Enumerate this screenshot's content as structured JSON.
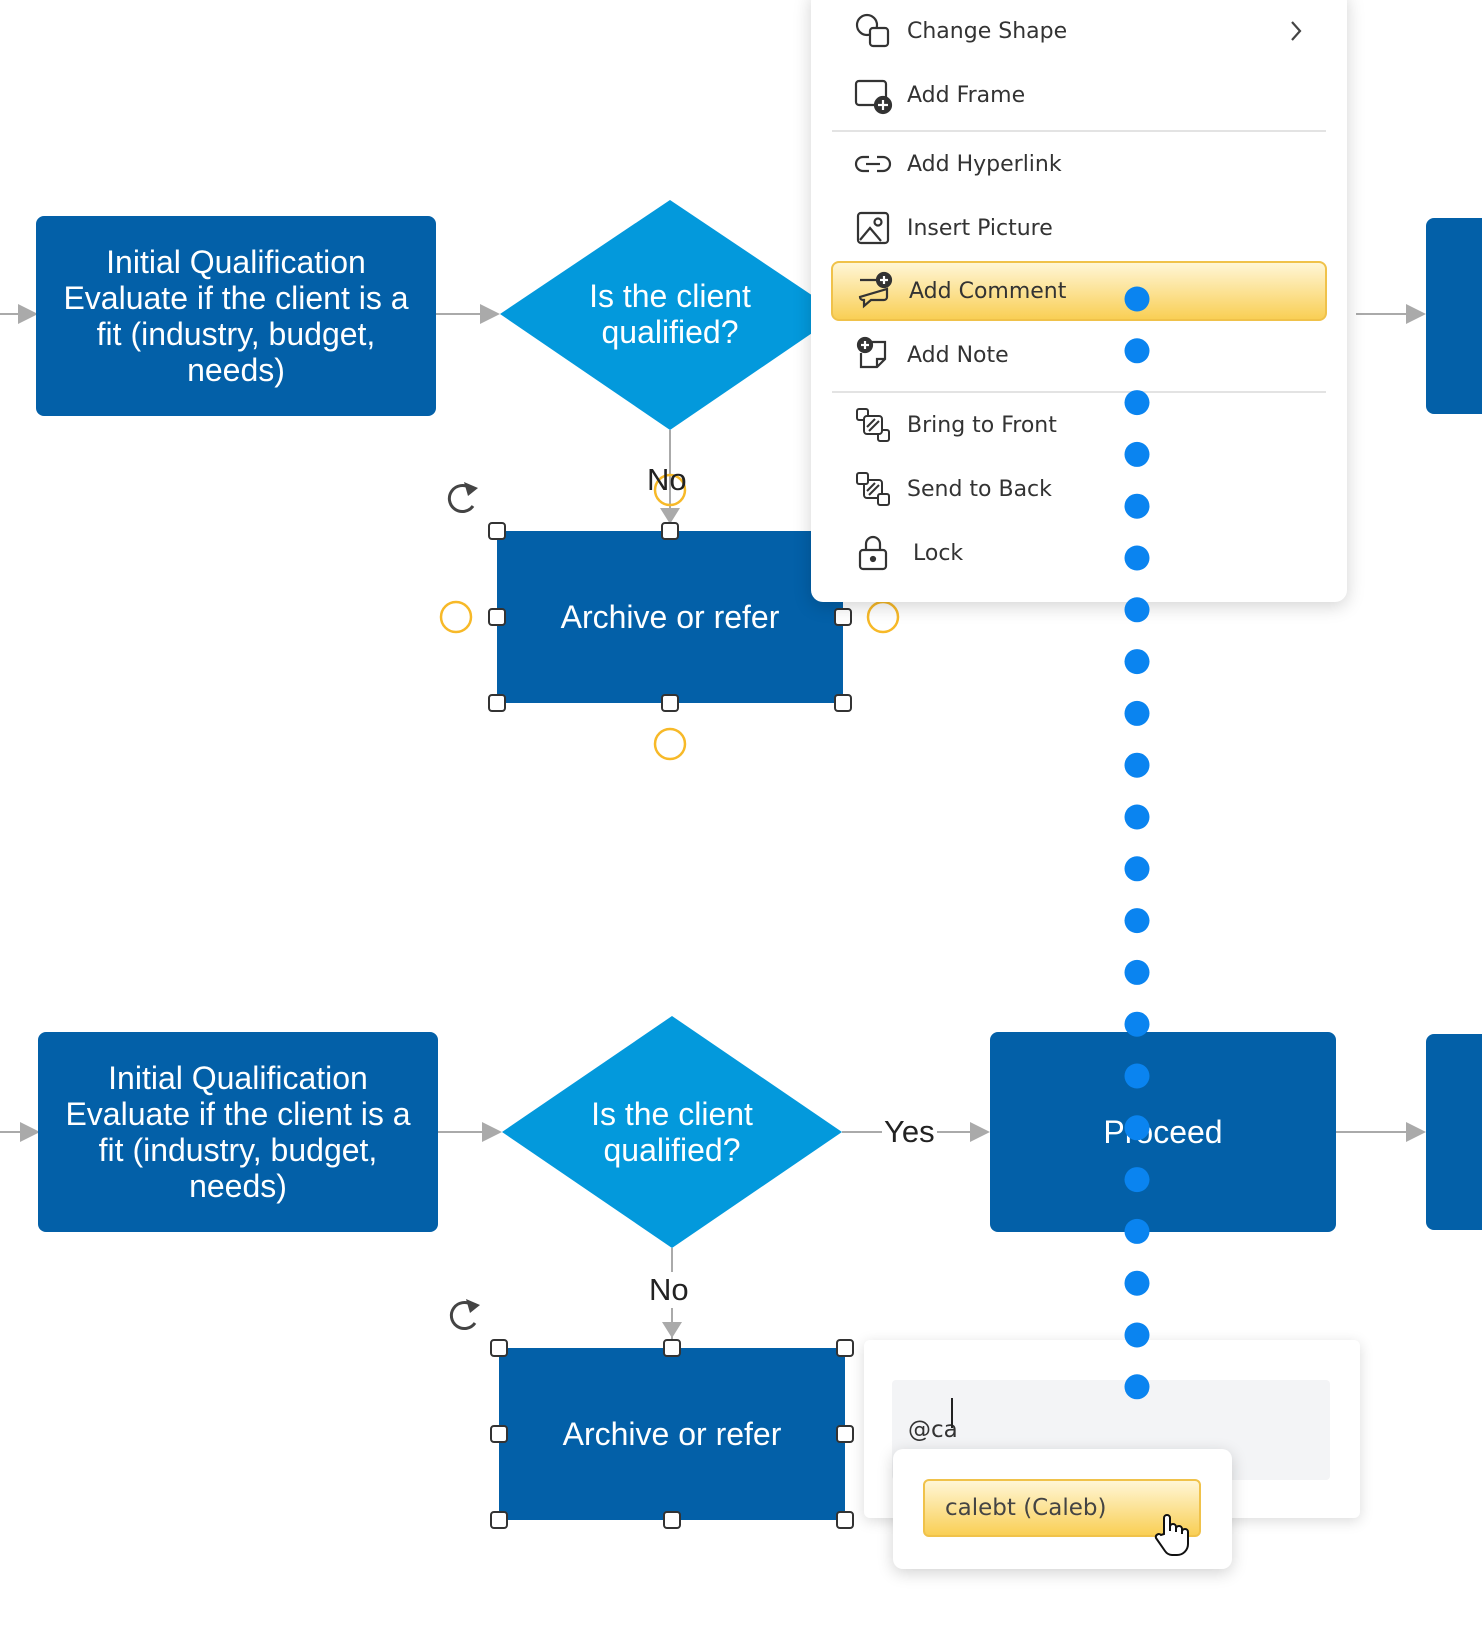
{
  "diagram": {
    "top_row": {
      "process_label": "Initial Qualification\nEvaluate if the client is a\nfit (industry, budget,\nneeds)",
      "decision_label": "Is the client\nqualified?",
      "no_label": "No",
      "archive_label": "Archive or refer"
    },
    "bottom_row": {
      "process_label": "Initial Qualification\nEvaluate if the client is a\nfit (industry, budget,\nneeds)",
      "decision_label": "Is the client\nqualified?",
      "yes_label": "Yes",
      "no_label": "No",
      "proceed_label": "Proceed",
      "archive_label": "Archive or refer"
    }
  },
  "context_menu": {
    "items": [
      {
        "label": "Change Shape",
        "icon": "change-shape-icon"
      },
      {
        "label": "Add Frame",
        "icon": "add-frame-icon"
      },
      {
        "label": "Add Hyperlink",
        "icon": "link-icon"
      },
      {
        "label": "Insert Picture",
        "icon": "picture-icon"
      },
      {
        "label": "Add Comment",
        "icon": "add-comment-icon",
        "highlighted": true
      },
      {
        "label": "Add Note",
        "icon": "add-note-icon"
      },
      {
        "label": "Bring to Front",
        "icon": "bring-to-front-icon"
      },
      {
        "label": "Send to Back",
        "icon": "send-to-back-icon"
      },
      {
        "label": "Lock",
        "icon": "lock-icon"
      }
    ]
  },
  "comment": {
    "input_value": "@ca",
    "mention_suggestion": "calebt (Caleb)"
  },
  "colors": {
    "process_fill": "#0360a8",
    "decision_fill": "#0399dc",
    "connector": "#aaaaaa",
    "handle_orange": "#f7b928",
    "dot_blue": "#0a84f0",
    "highlight": "#f9cf55"
  }
}
